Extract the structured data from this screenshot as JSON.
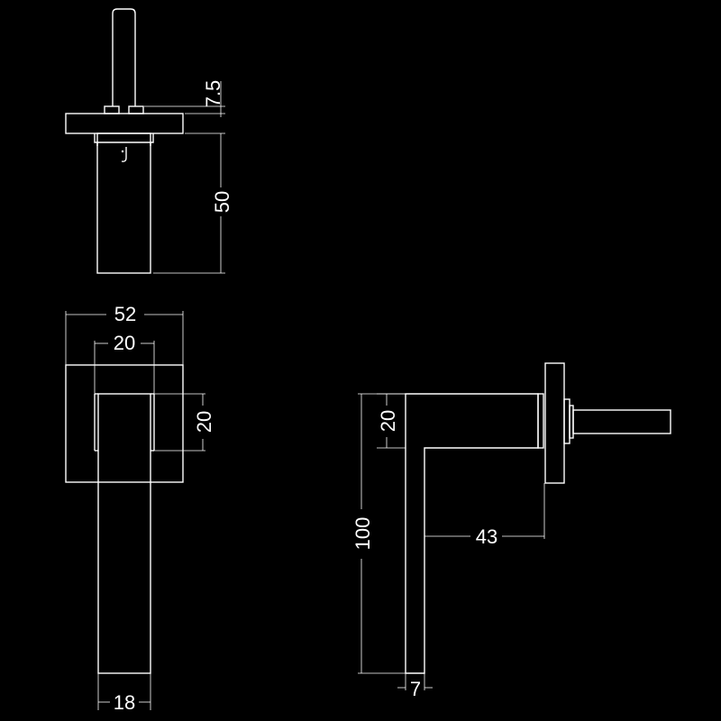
{
  "colors": {
    "background": "#000000",
    "line": "#ffffff"
  },
  "dimensions": {
    "spindle_offset": "7.5",
    "neck_length": "50",
    "rose_width": "52",
    "neck_width": "20",
    "neck_height": "20",
    "lever_width": "18",
    "lever_height_side": "20",
    "lever_length": "100",
    "projection": "43",
    "lever_thickness": "7"
  }
}
